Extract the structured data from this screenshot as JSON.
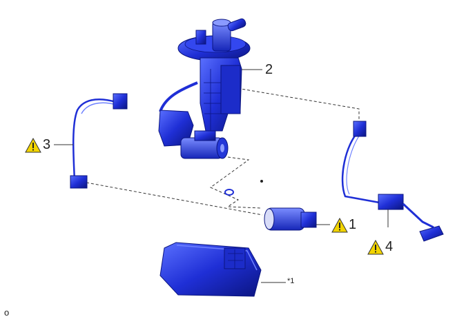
{
  "labels": {
    "part1": "1",
    "part2": "2",
    "part3": "3",
    "part4": "4",
    "note1": "*1",
    "corner": "o"
  },
  "icons": {
    "caution": "warning-triangle-icon"
  },
  "colors": {
    "part_blue": "#1f2fd6",
    "part_dark": "#0b1580",
    "part_light": "#6f82ff",
    "warning_yellow": "#f2d400",
    "leader": "#333333"
  }
}
